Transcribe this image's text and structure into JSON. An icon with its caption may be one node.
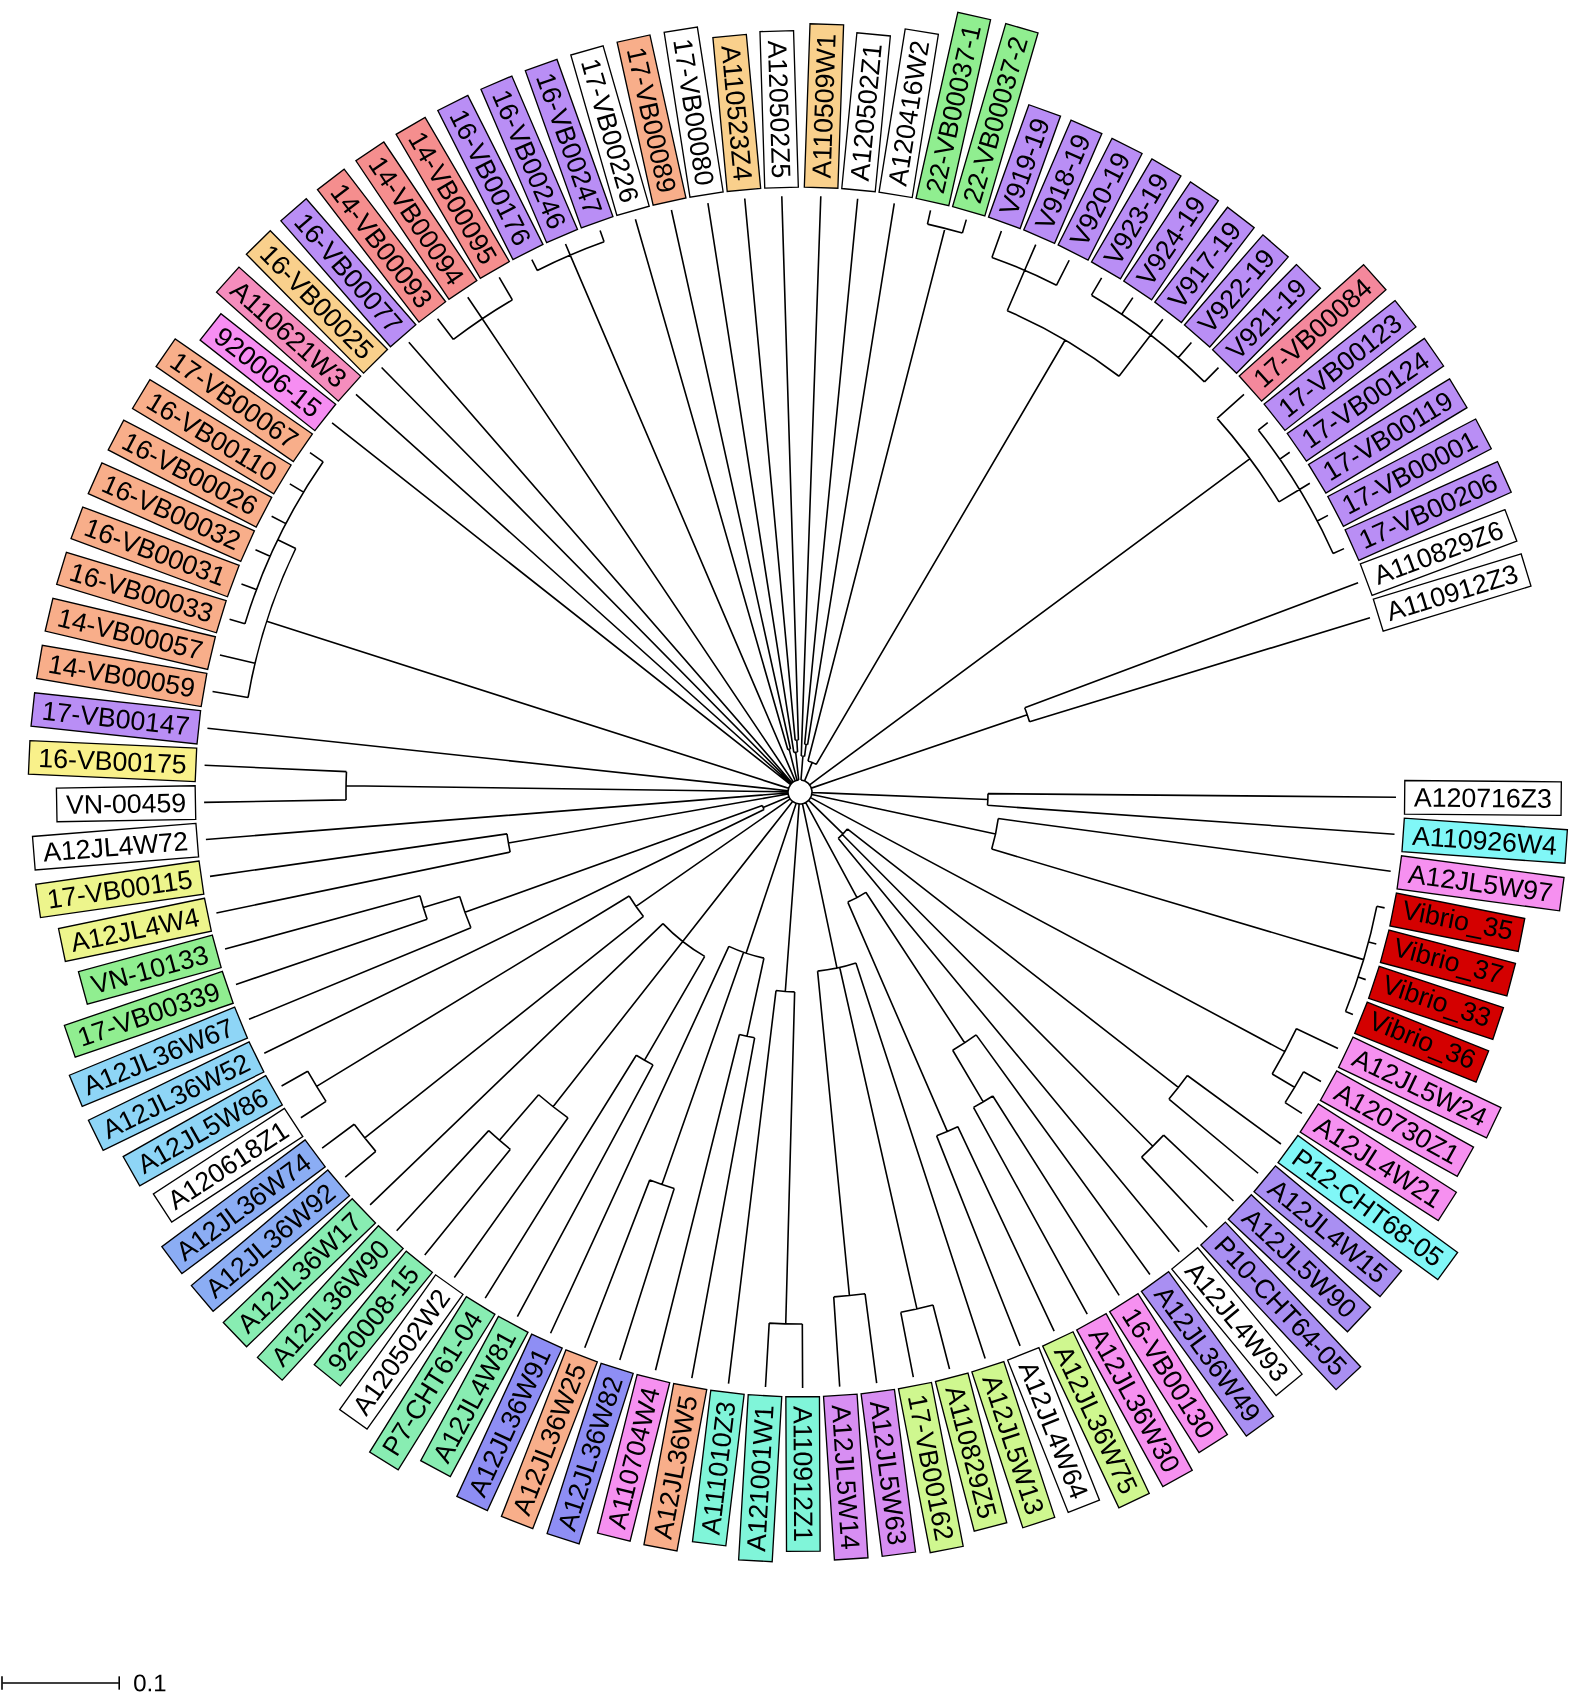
{
  "diagram": {
    "nodes": [
      {
        "text": [
          "A110509W1"
        ]
      },
      {
        "text": [
          "A120502Z1"
        ]
      },
      {
        "text": [
          "A120416W2"
        ]
      },
      {
        "text": [
          "22-VB00037-1"
        ]
      },
      {
        "text": [
          "22-VB00037-2"
        ]
      },
      {
        "text": [
          "V919-19"
        ]
      },
      {
        "text": [
          "V918-19"
        ]
      },
      {
        "text": [
          "V920-19"
        ]
      },
      {
        "text": [
          "V923-19"
        ]
      },
      {
        "text": [
          "V924-19"
        ]
      },
      {
        "text": [
          "V917-19"
        ]
      },
      {
        "text": [
          "V922-19"
        ]
      },
      {
        "text": [
          "V921-19"
        ]
      },
      {
        "text": [
          "17-VB00084"
        ]
      },
      {
        "text": [
          "17-VB00123"
        ]
      },
      {
        "text": [
          "17-VB00124"
        ]
      },
      {
        "text": [
          "17-VB00119"
        ]
      },
      {
        "text": [
          "17-VB00001"
        ]
      },
      {
        "text": [
          "17-VB00206"
        ]
      },
      {
        "text": [
          "A110829Z6"
        ]
      },
      {
        "text": [
          "A110912Z3"
        ]
      },
      {
        "text": [
          "A120716Z3"
        ]
      },
      {
        "text": [
          "A110926W4"
        ]
      },
      {
        "text": [
          "A12JL5W97"
        ]
      },
      {
        "text": [
          "Vibrio_35"
        ]
      },
      {
        "text": [
          "Vibrio_37"
        ]
      },
      {
        "text": [
          "Vibrio_33"
        ]
      },
      {
        "text": [
          "Vibrio_36"
        ]
      },
      {
        "text": [
          "A12JL5W24"
        ]
      },
      {
        "text": [
          "A120730Z1"
        ]
      },
      {
        "text": [
          "A12JL4W21"
        ]
      },
      {
        "text": [
          "P12-CHT68-05"
        ]
      },
      {
        "text": [
          "A12JL4W15"
        ]
      },
      {
        "text": [
          "A12JL5W90"
        ]
      },
      {
        "text": [
          "P10-CHT64-05"
        ]
      },
      {
        "text": [
          "A12JL4W93"
        ]
      },
      {
        "text": [
          "A12JL36W49"
        ]
      },
      {
        "text": [
          "16-VB00130"
        ]
      },
      {
        "text": [
          "A12JL36W30"
        ]
      },
      {
        "text": [
          "A12JL36W75"
        ]
      },
      {
        "text": [
          "A12JL4W64"
        ]
      },
      {
        "text": [
          "A12JL5W13"
        ]
      },
      {
        "text": [
          "A110829Z5"
        ]
      },
      {
        "text": [
          "17-VB00162"
        ]
      },
      {
        "text": [
          "A12JL5W63"
        ]
      },
      {
        "text": [
          "A12JL5W14"
        ]
      },
      {
        "text": [
          "A110912Z1"
        ]
      },
      {
        "text": [
          "A121001W1"
        ]
      },
      {
        "text": [
          "A111010Z3"
        ]
      },
      {
        "text": [
          "A12JL36W5"
        ]
      },
      {
        "text": [
          "A110704W4"
        ]
      },
      {
        "text": [
          "A12JL36W82"
        ]
      },
      {
        "text": [
          "A12JL36W25"
        ]
      },
      {
        "text": [
          "A12JL36W91"
        ]
      },
      {
        "text": [
          "A12JL4W81"
        ]
      },
      {
        "text": [
          "P7-CHT61-04"
        ]
      },
      {
        "text": [
          "A120502W2"
        ]
      },
      {
        "text": [
          "920008-15"
        ]
      },
      {
        "text": [
          "A12JL36W90"
        ]
      },
      {
        "text": [
          "A12JL36W17"
        ]
      },
      {
        "text": [
          "A12JL36W92"
        ]
      },
      {
        "text": [
          "A12JL36W74"
        ]
      },
      {
        "text": [
          "A120618Z1"
        ]
      },
      {
        "text": [
          "A12JL5W86"
        ]
      },
      {
        "text": [
          "A12JL36W52"
        ]
      },
      {
        "text": [
          "A12JL36W67"
        ]
      },
      {
        "text": [
          "17-VB00339"
        ]
      },
      {
        "text": [
          "VN-10133"
        ]
      },
      {
        "text": [
          "A12JL4W4"
        ]
      },
      {
        "text": [
          "17-VB00115"
        ]
      },
      {
        "text": [
          "A12JL4W72"
        ]
      },
      {
        "text": [
          "VN-00459"
        ]
      },
      {
        "text": [
          "16-VB00175"
        ]
      },
      {
        "text": [
          "17-VB00147"
        ]
      },
      {
        "text": [
          "14-VB00059"
        ]
      },
      {
        "text": [
          "14-VB00057"
        ]
      },
      {
        "text": [
          "16-VB00033"
        ]
      },
      {
        "text": [
          "16-VB00031"
        ]
      },
      {
        "text": [
          "16-VB00032"
        ]
      },
      {
        "text": [
          "16-VB00026"
        ]
      },
      {
        "text": [
          "16-VB00110"
        ]
      },
      {
        "text": [
          "17-VB00067"
        ]
      },
      {
        "text": [
          "920006-15"
        ]
      },
      {
        "text": [
          "A110621W3"
        ]
      },
      {
        "text": [
          "16-VB00025"
        ]
      },
      {
        "text": [
          "16-VB00077"
        ]
      },
      {
        "text": [
          "14-VB00093"
        ]
      },
      {
        "text": [
          "14-VB00094"
        ]
      },
      {
        "text": [
          "14-VB00095"
        ]
      },
      {
        "text": [
          "16-VB00176"
        ]
      },
      {
        "text": [
          "16-VB00246"
        ]
      },
      {
        "text": [
          "16-VB00247"
        ]
      },
      {
        "text": [
          "17-VB00226"
        ]
      },
      {
        "text": [
          "17-VB00089"
        ]
      },
      {
        "text": [
          "17-VB00080"
        ]
      },
      {
        "text": [
          "A110523Z4"
        ]
      },
      {
        "text": [
          "A120502Z5"
        ]
      }
    ],
    "labels": [
      "0.1"
    ]
  }
}
